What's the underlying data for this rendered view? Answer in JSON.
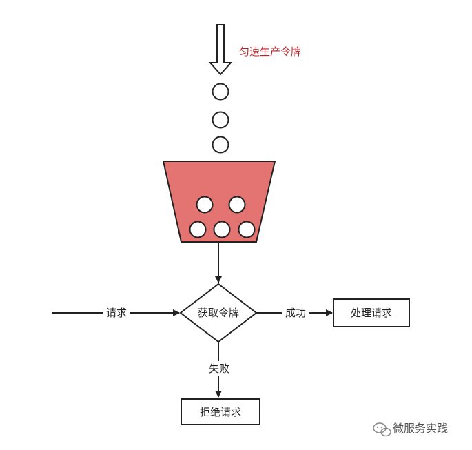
{
  "labels": {
    "produce": "匀速生产令牌",
    "request": "请求",
    "get_token": "获取令牌",
    "success": "成功",
    "handle": "处理请求",
    "fail": "失败",
    "reject": "拒绝请求"
  },
  "watermark": "微服务实践",
  "colors": {
    "bucket_fill": "#e47471",
    "stroke": "#222222",
    "produce_text": "#b3262b"
  }
}
